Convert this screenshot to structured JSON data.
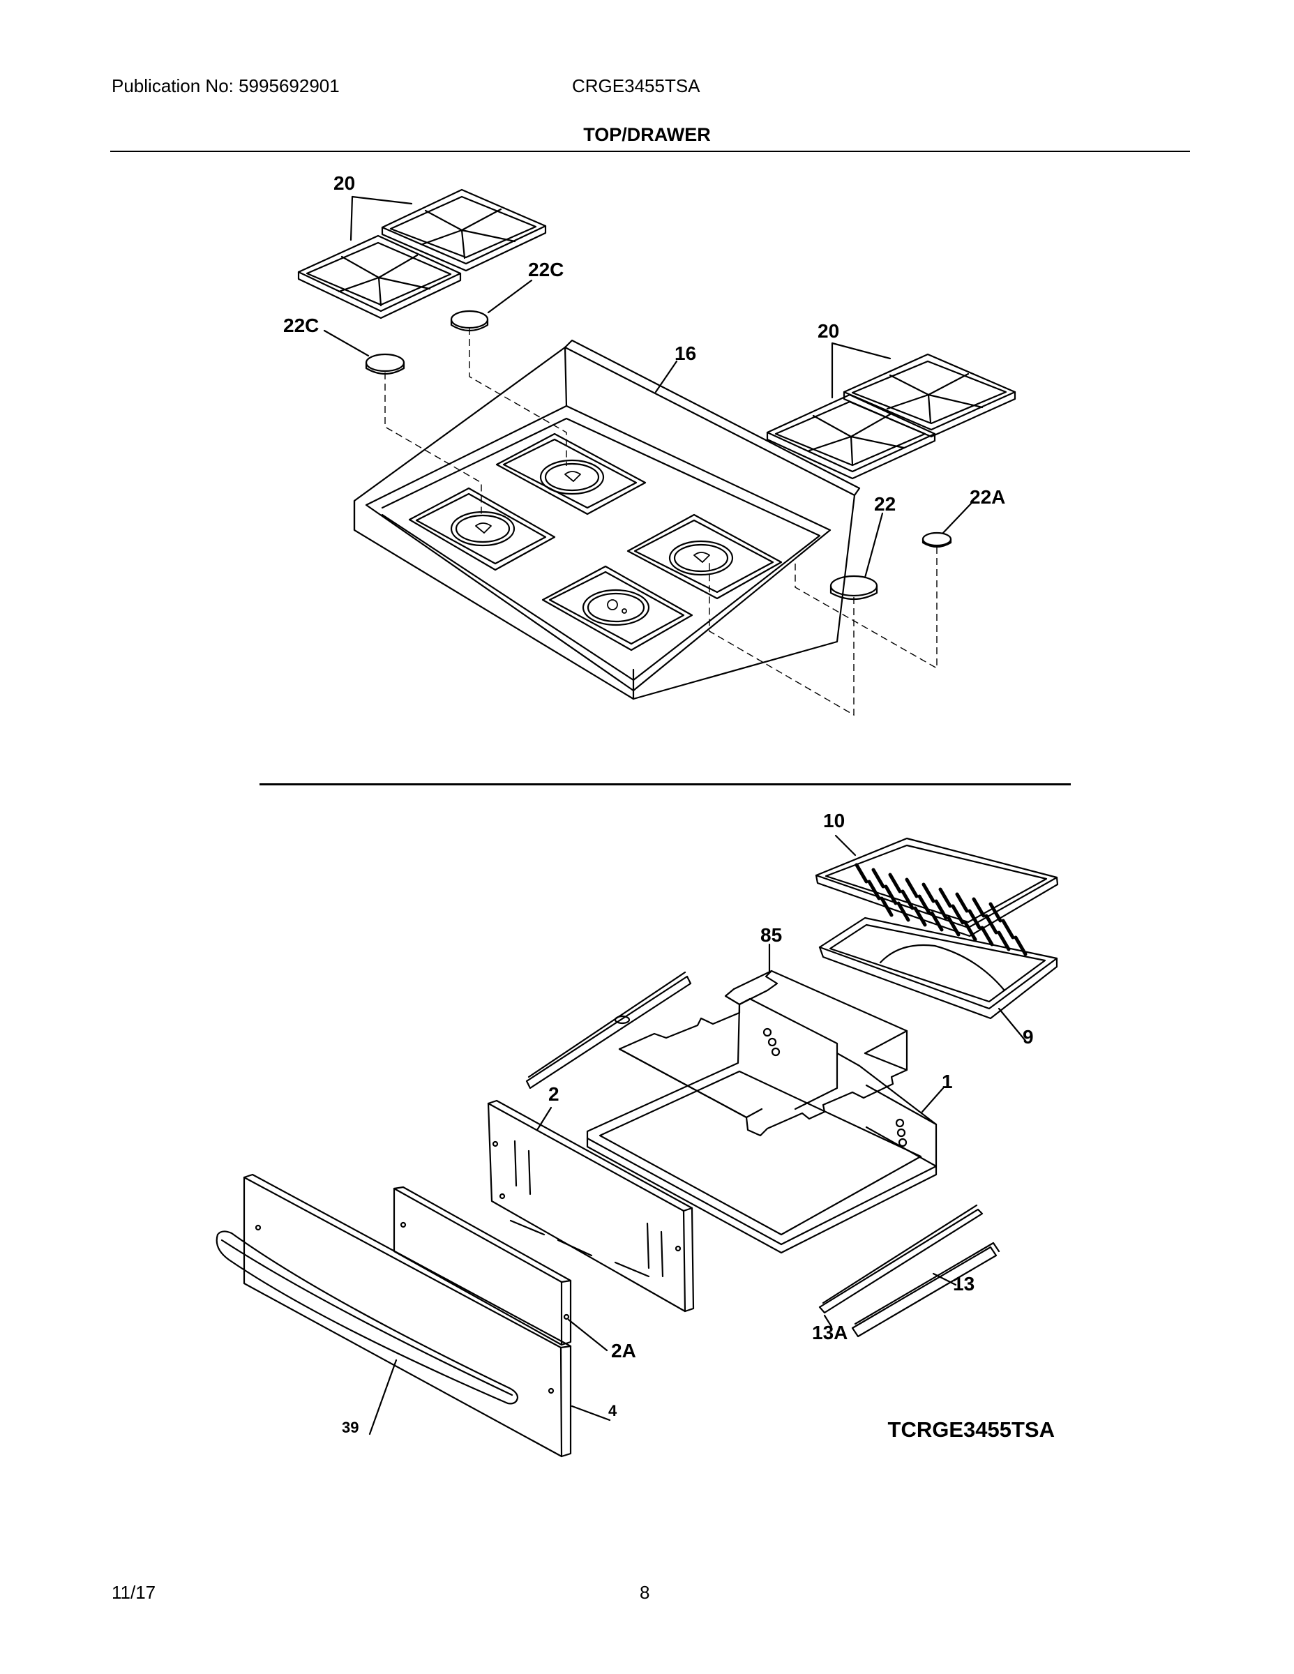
{
  "header": {
    "publication": "Publication No:  5995692901",
    "model": "CRGE3455TSA"
  },
  "title": "TOP/DRAWER",
  "callouts": {
    "grates_left": "20",
    "cap_left_upper": "22C",
    "cap_left_lower": "22C",
    "cooktop": "16",
    "grates_right": "20",
    "cap_22": "22",
    "cap_22a": "22A",
    "broiler_grid": "10",
    "broiler_pan": "9",
    "drawer_rack": "85",
    "drawer_body": "1",
    "drawer_back_panel": "2",
    "drawer_insert": "2A",
    "drawer_front": "4",
    "handle": "39",
    "slide": "13",
    "slide_a": "13A"
  },
  "diagram_code": "TCRGE3455TSA",
  "footer": {
    "date": "11/17",
    "page": "8"
  }
}
